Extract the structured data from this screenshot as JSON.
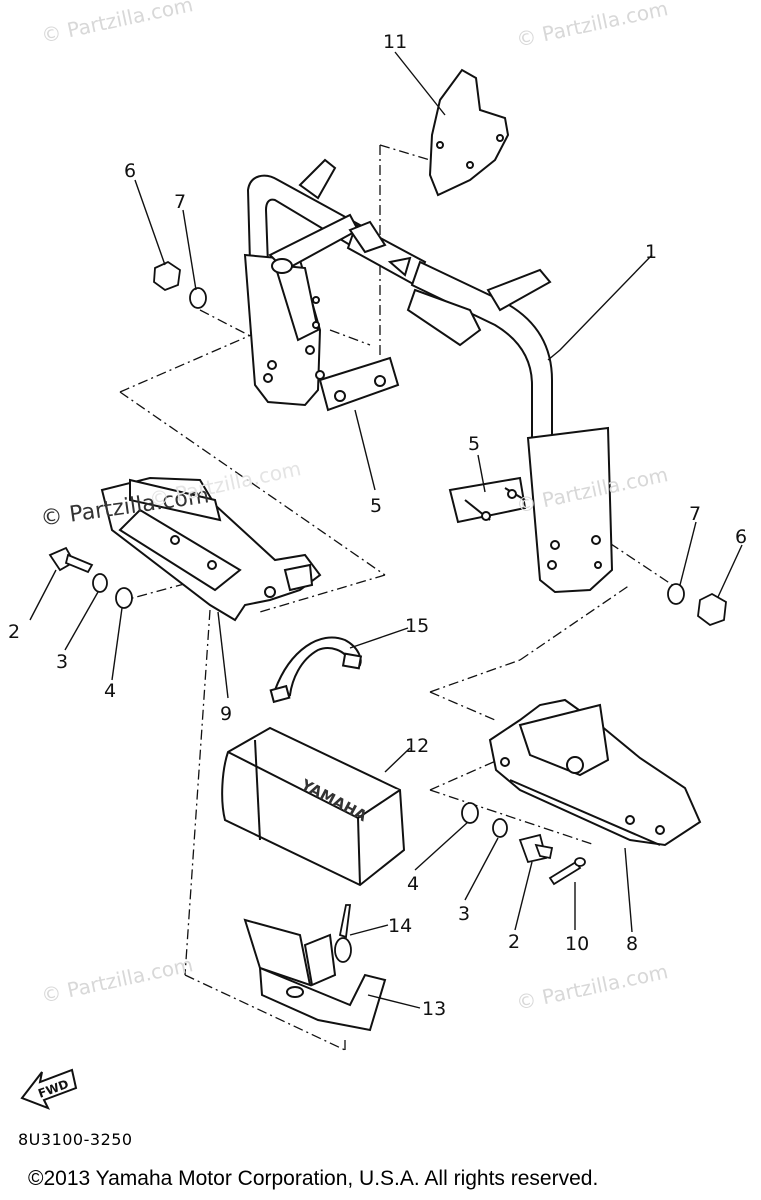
{
  "watermarks": [
    "© Partzilla.com",
    "© Partzilla.com",
    "© Partzilla.com",
    "© Partzilla.com",
    "© Partzilla.com",
    "© Partzilla.com",
    "© Partzilla.com"
  ],
  "callouts": [
    "1",
    "2",
    "3",
    "4",
    "5",
    "6",
    "7",
    "8",
    "9",
    "10",
    "11",
    "12",
    "13",
    "14",
    "15",
    "2",
    "3",
    "4",
    "5",
    "6",
    "7"
  ],
  "battery_text": "YAMAHA",
  "fwd_label": "FWD",
  "diagram_code": "8U3100-3250",
  "copyright": "©2013 Yamaha Motor Corporation, U.S.A. All rights reserved."
}
